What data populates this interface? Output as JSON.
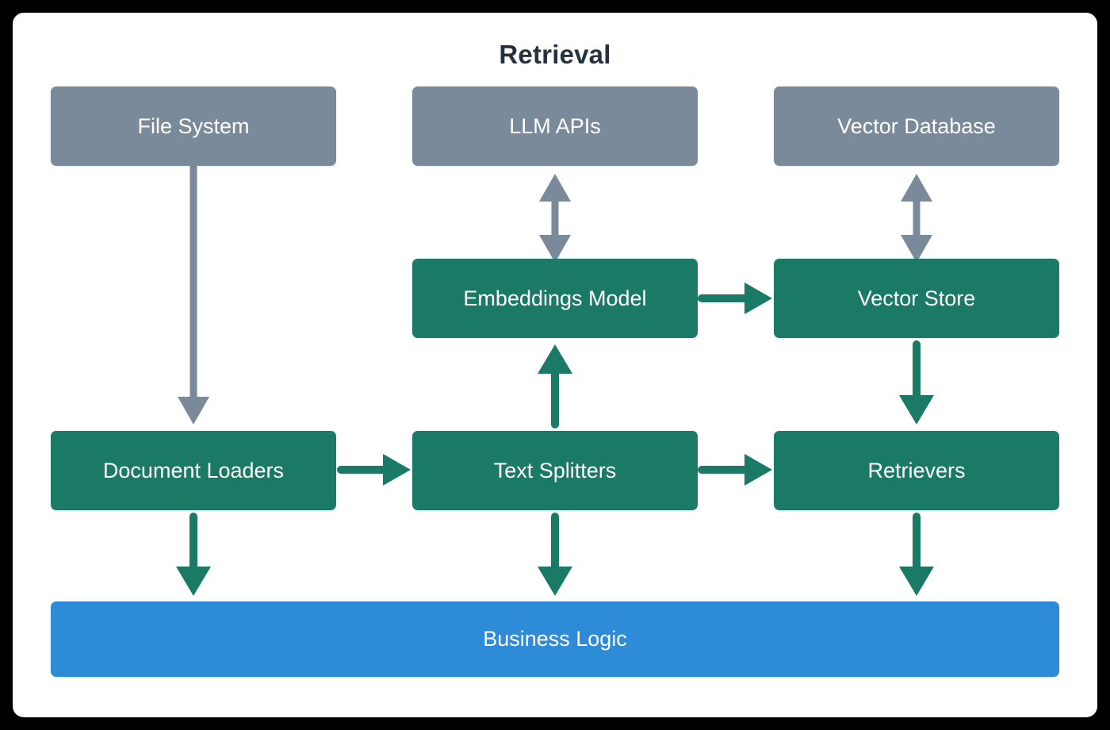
{
  "diagram": {
    "title": "Retrieval",
    "colors": {
      "external": "#7b8a9b",
      "component": "#1b7a65",
      "consumer": "#2e8bd8",
      "title_text": "#24323f",
      "node_text": "#ffffff",
      "canvas": "#ffffff",
      "frame": "#000000"
    },
    "nodes": [
      {
        "id": "file-system",
        "label": "File System",
        "kind": "external",
        "column": "left",
        "row": "top"
      },
      {
        "id": "llm-apis",
        "label": "LLM APIs",
        "kind": "external",
        "column": "center",
        "row": "top"
      },
      {
        "id": "vector-database",
        "label": "Vector Database",
        "kind": "external",
        "column": "right",
        "row": "top"
      },
      {
        "id": "embeddings-model",
        "label": "Embeddings Model",
        "kind": "component",
        "column": "center",
        "row": "middle"
      },
      {
        "id": "vector-store",
        "label": "Vector Store",
        "kind": "component",
        "column": "right",
        "row": "middle"
      },
      {
        "id": "document-loaders",
        "label": "Document Loaders",
        "kind": "component",
        "column": "left",
        "row": "lower"
      },
      {
        "id": "text-splitters",
        "label": "Text Splitters",
        "kind": "component",
        "column": "center",
        "row": "lower"
      },
      {
        "id": "retrievers",
        "label": "Retrievers",
        "kind": "component",
        "column": "right",
        "row": "lower"
      },
      {
        "id": "business-logic",
        "label": "Business Logic",
        "kind": "consumer",
        "column": "full",
        "row": "bottom"
      }
    ],
    "edges": [
      {
        "id": "file-system-to-document-loaders",
        "from": "file-system",
        "to": "document-loaders",
        "direction": "down",
        "style": "single",
        "color": "#7b8a9b"
      },
      {
        "id": "llm-apis-to-embeddings-model",
        "from": "llm-apis",
        "to": "embeddings-model",
        "direction": "both",
        "style": "double",
        "color": "#7b8a9b"
      },
      {
        "id": "vector-database-to-vector-store",
        "from": "vector-database",
        "to": "vector-store",
        "direction": "both",
        "style": "double",
        "color": "#7b8a9b"
      },
      {
        "id": "embeddings-model-to-vector-store",
        "from": "embeddings-model",
        "to": "vector-store",
        "direction": "right",
        "style": "single",
        "color": "#1b7a65"
      },
      {
        "id": "text-splitters-to-embeddings-model",
        "from": "text-splitters",
        "to": "embeddings-model",
        "direction": "up",
        "style": "single",
        "color": "#1b7a65"
      },
      {
        "id": "document-loaders-to-text-splitters",
        "from": "document-loaders",
        "to": "text-splitters",
        "direction": "right",
        "style": "single",
        "color": "#1b7a65"
      },
      {
        "id": "text-splitters-to-retrievers",
        "from": "text-splitters",
        "to": "retrievers",
        "direction": "right",
        "style": "single",
        "color": "#1b7a65"
      },
      {
        "id": "vector-store-to-retrievers",
        "from": "vector-store",
        "to": "retrievers",
        "direction": "down",
        "style": "single",
        "color": "#1b7a65"
      },
      {
        "id": "document-loaders-to-business-logic",
        "from": "document-loaders",
        "to": "business-logic",
        "direction": "down",
        "style": "single",
        "color": "#1b7a65"
      },
      {
        "id": "text-splitters-to-business-logic",
        "from": "text-splitters",
        "to": "business-logic",
        "direction": "down",
        "style": "single",
        "color": "#1b7a65"
      },
      {
        "id": "retrievers-to-business-logic",
        "from": "retrievers",
        "to": "business-logic",
        "direction": "down",
        "style": "single",
        "color": "#1b7a65"
      }
    ]
  }
}
